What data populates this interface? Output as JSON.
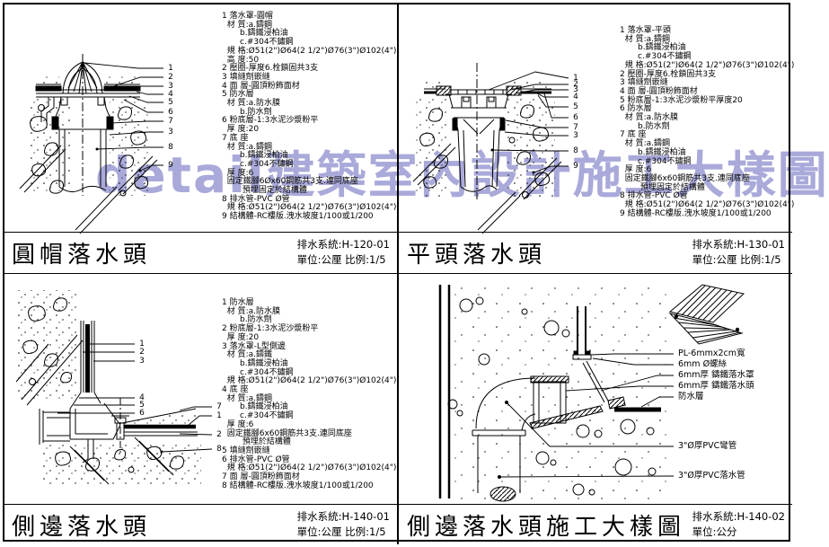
{
  "sheet": {
    "background": "#ffffff",
    "line_color": "#000000",
    "watermark_color": "#a9a9da"
  },
  "watermark": "detail建築室內設計施工大樣圖",
  "panels": [
    {
      "id": "round-cap-drain",
      "title": "圓帽落水頭",
      "system": "排水系統:H-120-01",
      "unit_scale": "單位:公厘 比例:1/5",
      "notes": "1 落水罩-圓帽\n  材 質:a.鑄鋼\n       b.鑄鐵浸柏油\n       c.#304不鏽鋼\n  規 格:Ø51(2\")Ø64(2 1/2\")Ø76(3\")Ø102(4\")\n  高 度:50\n2 壓圈-厚度6.栓鎖固共3支\n3 填縫劑嵌縫\n4 面 層-圓頂粉飾面材\n5 防水層\n  材 質:a.防水膜\n       b.防水劑\n6 粉底層-1:3水泥沙漿粉平\n  厚 度:20\n7 底 座\n  材 質:a.鑄鋼\n       b.鑄鐵浸柏油\n       c.#304不鏽鋼\n  厚 度:6\n  固定鐵腳6Øx60鋼筋共3支.連同底座\n        預埋固定於結構體\n8 排水管-PVC Ø管\n  規 格:Ø51(2\")Ø64(2 1/2\")Ø76(3\")Ø102(4\")\n9 結構體-RC樓版.洩水坡度1/100或1/200",
      "callouts": [
        "1",
        "2",
        "3",
        "4",
        "5",
        "6",
        "7",
        "3",
        "8",
        "9"
      ]
    },
    {
      "id": "flat-head-drain",
      "title": "平頭落水頭",
      "system": "排水系統:H-130-01",
      "unit_scale": "單位:公厘 比例:1/5",
      "notes": "1 落水罩-平頭\n  材 質:a.鑄鋼\n       b.鑄鐵浸柏油\n       c.#304不鏽鋼\n  規 格:Ø51(2\")Ø64(2 1/2\")Ø76(3\")Ø102(4\")\n2 壓圈-厚度6.栓鎖固共3支\n3 填縫劑嵌縫\n4 面 層-圓頂粉飾面材\n5 粉底層-1:3水泥沙漿粉平厚度20\n6 防水層\n  材 質:a.防水膜\n       b.防水劑\n7 底 座\n  材 質:a.鑄鋼\n       b.鑄鐵浸柏油\n       c.#304不鏽鋼\n  厚 度:6\n  固定鐵腳6x60鋼筋共3支.連同底座\n        預埋固定於結構體\n8 排水管-PVC Ø管\n  規 格:Ø51(2\")Ø64(2 1/2\")Ø76(3\")Ø102(4\")\n9 結構體-RC樓版.洩水坡度1/100或1/200",
      "callouts": [
        "1",
        "2",
        "3",
        "4",
        "5",
        "6",
        "7",
        "3",
        "8",
        "9"
      ]
    },
    {
      "id": "side-drain",
      "title": "側邊落水頭",
      "system": "排水系統:H-140-01",
      "unit_scale": "單位:公厘 比例:1/5",
      "notes": "1 防水層\n  材 質:a.防水膜\n       b.防水劑\n2 粉底層-1:3水泥沙漿粉平\n  厚 度:20\n3 落水罩-L型側邊\n  材 質:a.鑄鐵\n       b.鑄鐵浸柏油\n       c.#304不鏽鋼\n  規 格:Ø51(2\")Ø64(2 1/2\")Ø76(3\")Ø102(4\")\n4 底 座\n  材 質:a.鑄鋼\n       b.鑄鐵浸柏油\n       c.#304不鏽鋼\n  厚 度:6\n  固定鐵腳6x60鋼筋共3支.連同底座\n        預埋於結構體\n5 填縫劑嵌縫\n6 排水管-PVC Ø管\n  規 格:Ø51(2\")Ø64(2 1/2\")Ø76(3\")Ø102(4\")\n7 面 層-圓頂粉飾面材\n8 結構體-RC樓版.洩水坡度1/100或1/200",
      "callouts": [
        "1",
        "2",
        "3",
        "4",
        "5",
        "6",
        "7",
        "1",
        "2",
        "8"
      ]
    },
    {
      "id": "side-drain-construction",
      "title": "側邊落水頭施工大樣圖",
      "system": "排水系統:H-140-02",
      "unit_scale": "單位:公分",
      "labels": [
        "PL-6mmx2cm寬",
        "6mm Ø螺絲",
        "6mm厚 鑄鐵落水罩",
        "6mm厚 鑄鐵落水頭",
        "防水層",
        "3\"Ø厚PVC彎管",
        "3\"Ø厚PVC落水管"
      ]
    }
  ]
}
